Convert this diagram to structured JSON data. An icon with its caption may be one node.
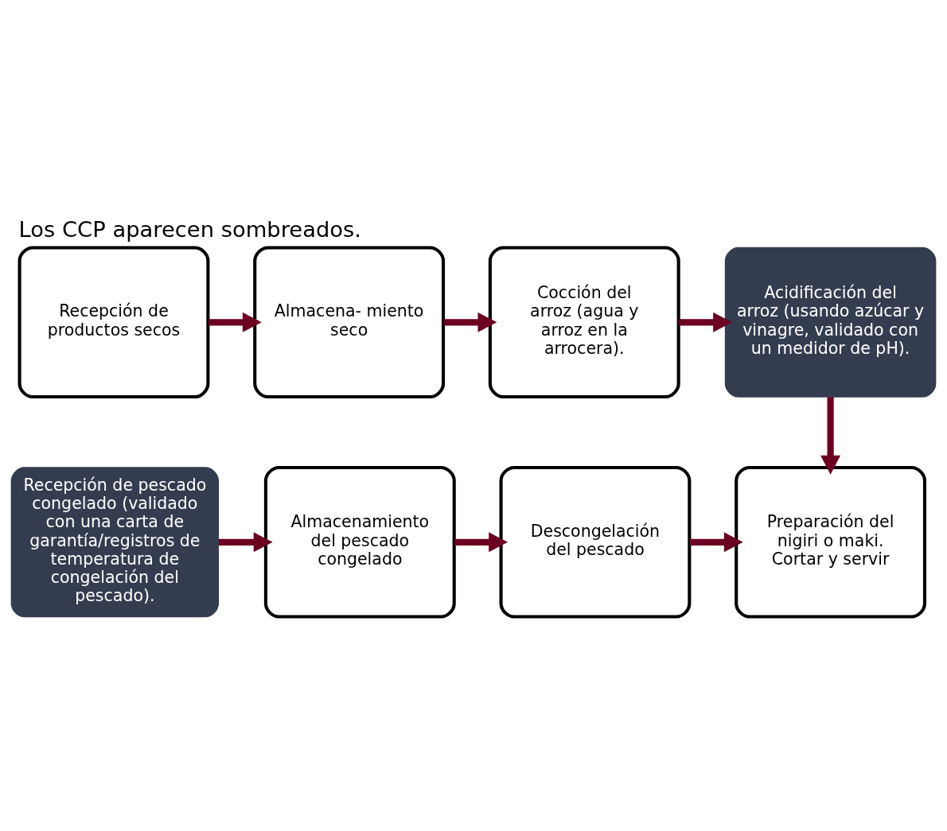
{
  "diagram": {
    "title": "Los CCP aparecen sombreados.",
    "nodes": [
      {
        "text": [
          "Recepción de productos secos"
        ]
      },
      {
        "text": [
          "Almacena- miento seco"
        ]
      },
      {
        "text": [
          "Cocción del arroz (agua y arroz en la arrocera)."
        ]
      },
      {
        "text": [
          "Acidificación del arroz (usando azúcar y vinagre, validado con un medidor de pH)."
        ]
      },
      {
        "text": [
          "Recepción de pescado congelado (validado con una carta de garantía/registros de temperatura de congelación del pescado)."
        ]
      },
      {
        "text": [
          "Almacenamiento del pescado congelado"
        ]
      },
      {
        "text": [
          "Descongelación del pescado"
        ]
      },
      {
        "text": [
          "Preparación del nigiri o maki. Cortar y servir"
        ]
      }
    ],
    "edges": [
      {
        "from": 0,
        "to": 1,
        "arrow": "to"
      },
      {
        "from": 1,
        "to": 2,
        "arrow": "to"
      },
      {
        "from": 2,
        "to": 3,
        "arrow": "to"
      },
      {
        "from": 3,
        "to": 7,
        "arrow": "to"
      },
      {
        "from": 4,
        "to": 5,
        "arrow": "to"
      },
      {
        "from": 5,
        "to": 6,
        "arrow": "to"
      },
      {
        "from": 6,
        "to": 7,
        "arrow": "to"
      }
    ]
  }
}
